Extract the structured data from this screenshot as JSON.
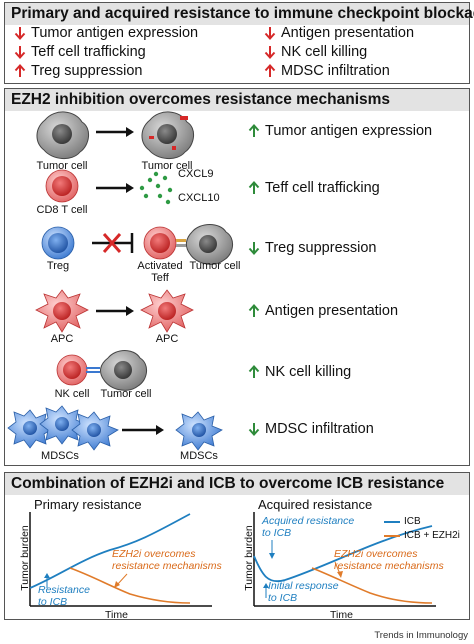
{
  "colors": {
    "up_red": "#d62828",
    "down_green": "#2e8b3a",
    "icb_blue": "#1f7fc0",
    "ezh2i_orange": "#e07b2a",
    "header_bg": "#e3e3e3"
  },
  "resistance": {
    "title": "Primary and acquired resistance to immune checkpoint blockade",
    "items": [
      {
        "label": "Tumor antigen expression",
        "direction": "down",
        "icon": "down-arrow-icon"
      },
      {
        "label": "Antigen presentation",
        "direction": "down",
        "icon": "down-arrow-icon"
      },
      {
        "label": "Teff cell trafficking",
        "direction": "down",
        "icon": "down-arrow-icon"
      },
      {
        "label": "NK cell killing",
        "direction": "down",
        "icon": "down-arrow-icon"
      },
      {
        "label": "Treg suppression",
        "direction": "up",
        "icon": "up-arrow-icon"
      },
      {
        "label": "MDSC infiltration",
        "direction": "up",
        "icon": "up-arrow-icon"
      }
    ]
  },
  "ezh2": {
    "title": "EZH2 inhibition overcomes resistance mechanisms",
    "rows": [
      {
        "effect": "Tumor antigen expression",
        "direction": "up",
        "left_caption": "Tumor cell",
        "right_caption": "Tumor cell"
      },
      {
        "effect": "Teff cell trafficking",
        "direction": "up",
        "left_caption": "CD8 T cell",
        "chemokines": [
          "CXCL9",
          "CXCL10"
        ]
      },
      {
        "effect": "Treg suppression",
        "direction": "down",
        "left_caption": "Treg",
        "mid_caption_1": "Activated",
        "mid_caption_2": "Teff",
        "right_caption": "Tumor cell"
      },
      {
        "effect": "Antigen presentation",
        "direction": "up",
        "left_caption": "APC",
        "right_caption": "APC"
      },
      {
        "effect": "NK cell killing",
        "direction": "up",
        "left_caption": "NK cell",
        "right_caption": "Tumor cell"
      },
      {
        "effect": "MDSC infiltration",
        "direction": "down",
        "left_caption": "MDSCs",
        "right_caption": "MDSCs"
      }
    ]
  },
  "combo": {
    "title": "Combination of EZH2i and ICB to overcome ICB resistance",
    "ylabel": "Tumor burden",
    "xlabel": "Time",
    "legend": {
      "icb": "ICB",
      "combo": "ICB + EZH2i"
    },
    "primary": {
      "title": "Primary resistance",
      "ann_resistance_1": "Resistance",
      "ann_resistance_2": "to ICB",
      "ann_overcome_1": "EZH2i overcomes",
      "ann_overcome_2": "resistance mechanisms"
    },
    "acquired": {
      "title": "Acquired resistance",
      "ann_acquired_1": "Acquired resistance",
      "ann_acquired_2": "to ICB",
      "ann_initial_1": "Initial response",
      "ann_initial_2": "to ICB",
      "ann_overcome_1": "EZH2i overcomes",
      "ann_overcome_2": "resistance mechanisms"
    }
  },
  "footer": "Trends in Immunology"
}
